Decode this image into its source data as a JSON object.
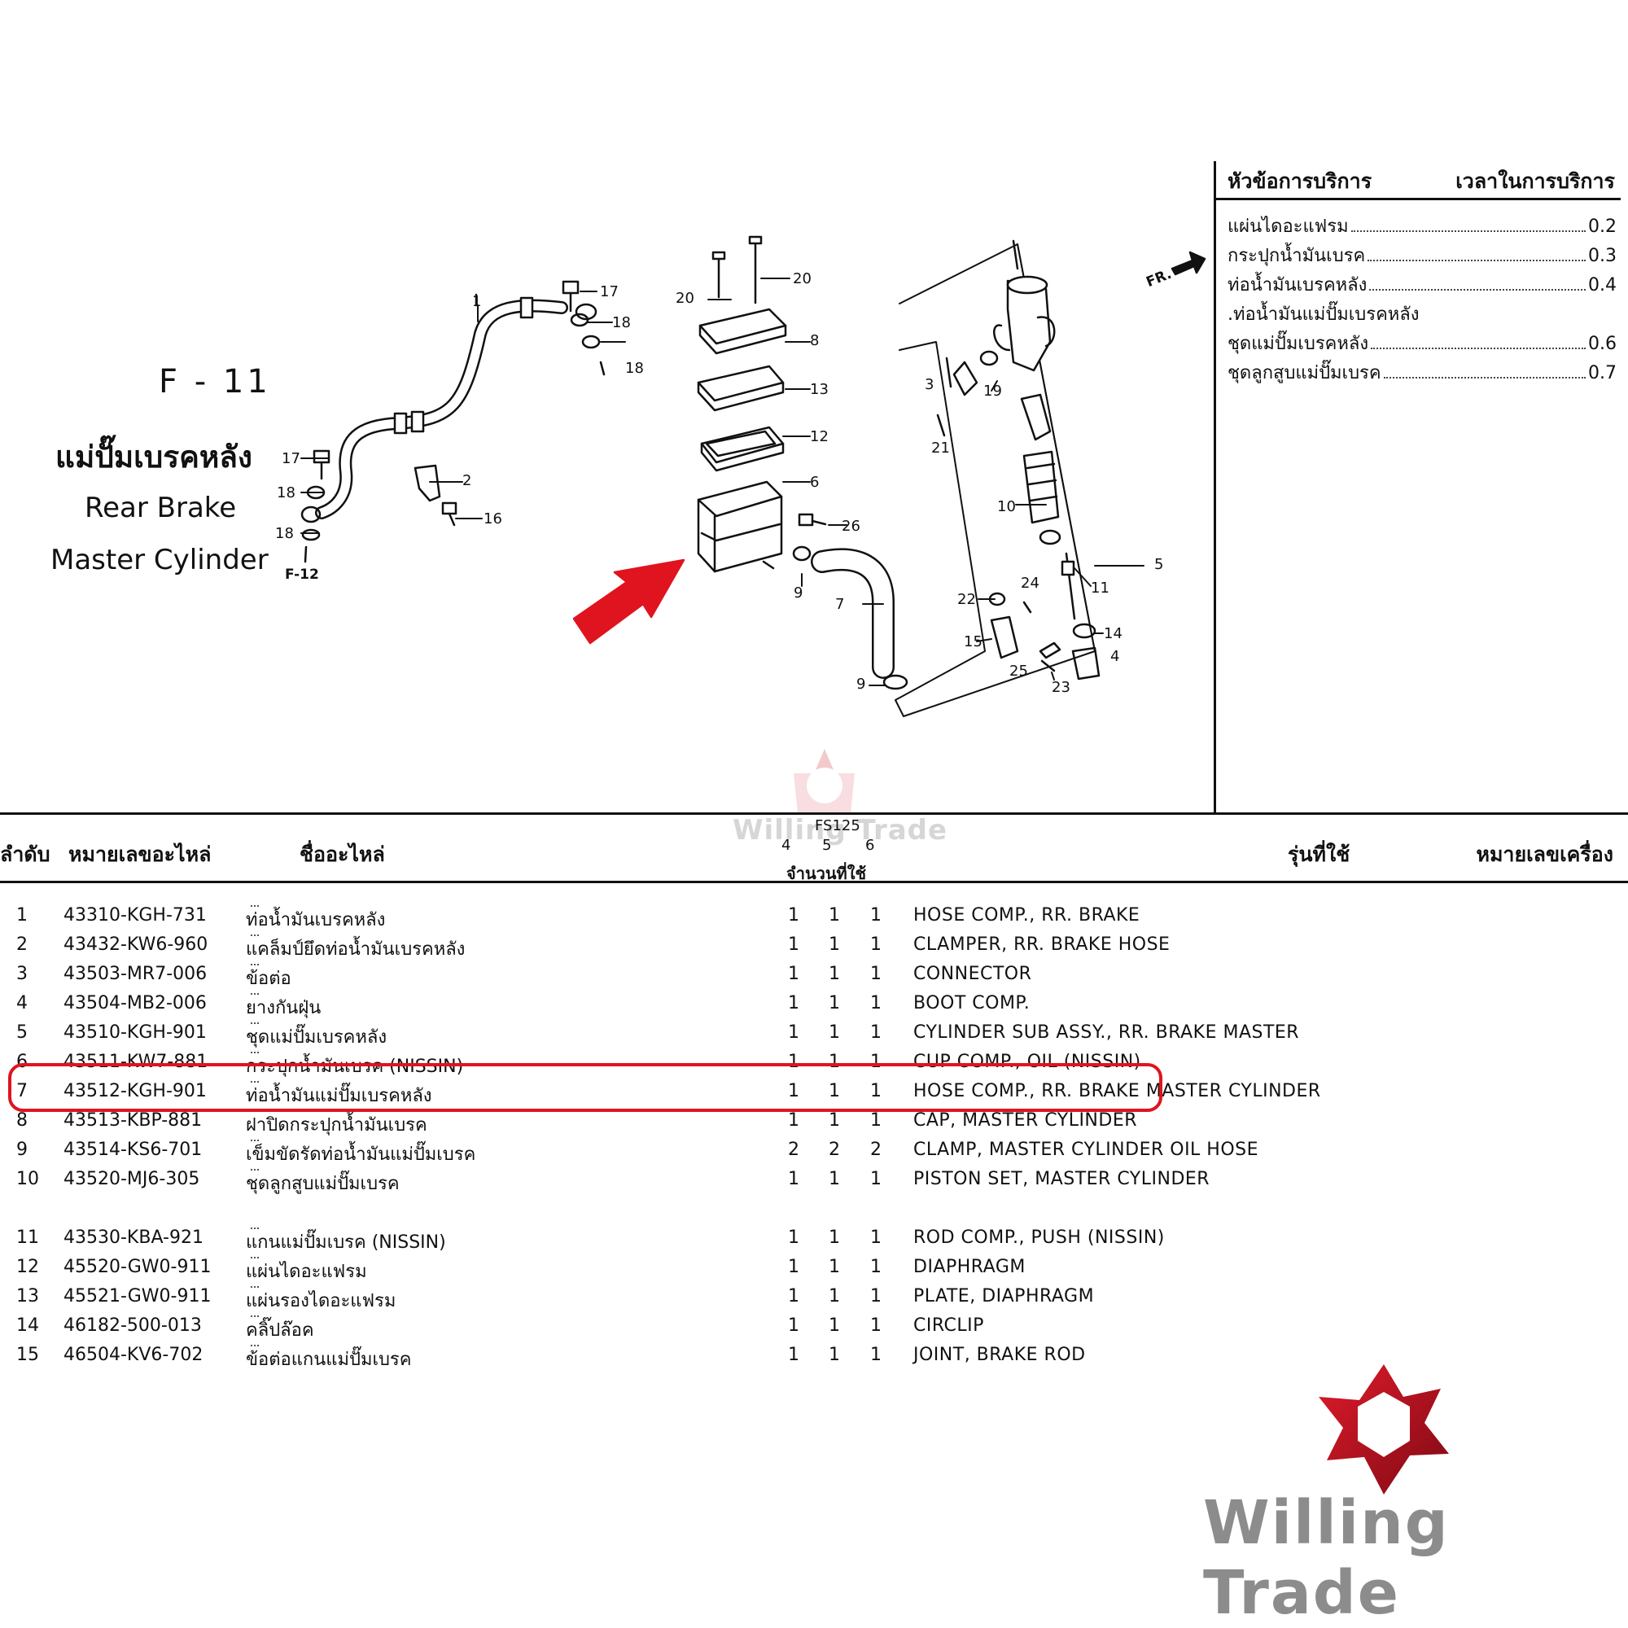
{
  "title": {
    "fig_code": "F - 11",
    "thai": "แม่ปั๊มเบรคหลัง",
    "english_line1": "Rear Brake",
    "english_line2": "Master Cylinder"
  },
  "diagram": {
    "callouts": [
      "1",
      "2",
      "3",
      "4",
      "5",
      "6",
      "7",
      "8",
      "9",
      "9",
      "10",
      "11",
      "12",
      "13",
      "14",
      "15",
      "16",
      "17",
      "17",
      "18",
      "18",
      "18",
      "18",
      "19",
      "20",
      "20",
      "21",
      "22",
      "23",
      "24",
      "25",
      "26"
    ],
    "ref_labels": {
      "f12": "F-12",
      "front": "FR."
    }
  },
  "service": {
    "header_topic": "หัวข้อการบริการ",
    "header_time": "เวลาในการบริการ",
    "items": [
      {
        "name": "แผ่นไดอะแฟรม",
        "time": "0.2"
      },
      {
        "name": "กระปุกน้ำมันเบรค",
        "time": "0.3"
      },
      {
        "name": "ท่อน้ำมันเบรคหลัง",
        "time": "0.4"
      },
      {
        "name": ".ท่อน้ำมันแม่ปั๊มเบรคหลัง",
        "time": ""
      },
      {
        "name": "ชุดแม่ปั๊มเบรคหลัง",
        "time": "0.6"
      },
      {
        "name": "ชุดลูกสูบแม่ปั๊มเบรค",
        "time": "0.7"
      }
    ]
  },
  "table": {
    "headers": {
      "no": "ลำดับ",
      "part_no": "หมายเลขอะไหล่",
      "part_name": "ชื่ออะไหล่",
      "model": "FS125",
      "qty_cols": [
        "4",
        "5",
        "6"
      ],
      "qty_label": "จำนวนที่ใช้",
      "usage": "รุ่นที่ใช้",
      "engine_no": "หมายเลขเครื่อง"
    },
    "rows": [
      {
        "no": "1",
        "part_no": "43310-KGH-731",
        "name_th": "ท่อน้ำมันเบรคหลัง",
        "q4": "1",
        "q5": "1",
        "q6": "1",
        "name_en": "HOSE COMP., RR. BRAKE"
      },
      {
        "no": "2",
        "part_no": "43432-KW6-960",
        "name_th": "แคล็มป์ยึดท่อน้ำมันเบรคหลัง",
        "q4": "1",
        "q5": "1",
        "q6": "1",
        "name_en": "CLAMPER, RR. BRAKE HOSE"
      },
      {
        "no": "3",
        "part_no": "43503-MR7-006",
        "name_th": "ข้อต่อ",
        "q4": "1",
        "q5": "1",
        "q6": "1",
        "name_en": "CONNECTOR"
      },
      {
        "no": "4",
        "part_no": "43504-MB2-006",
        "name_th": "ยางกันฝุ่น",
        "q4": "1",
        "q5": "1",
        "q6": "1",
        "name_en": "BOOT COMP."
      },
      {
        "no": "5",
        "part_no": "43510-KGH-901",
        "name_th": "ชุดแม่ปั๊มเบรคหลัง",
        "q4": "1",
        "q5": "1",
        "q6": "1",
        "name_en": "CYLINDER SUB ASSY., RR. BRAKE MASTER"
      },
      {
        "no": "6",
        "part_no": "43511-KW7-881",
        "name_th": "กระปุกน้ำมันเบรค (NISSIN)",
        "q4": "1",
        "q5": "1",
        "q6": "1",
        "name_en": "CUP COMP., OIL (NISSIN)"
      },
      {
        "no": "7",
        "part_no": "43512-KGH-901",
        "name_th": "ท่อน้ำมันแม่ปั๊มเบรคหลัง",
        "q4": "1",
        "q5": "1",
        "q6": "1",
        "name_en": "HOSE COMP., RR. BRAKE MASTER CYLINDER"
      },
      {
        "no": "8",
        "part_no": "43513-KBP-881",
        "name_th": "ฝาปิดกระปุกน้ำมันเบรค",
        "q4": "1",
        "q5": "1",
        "q6": "1",
        "name_en": "CAP, MASTER CYLINDER"
      },
      {
        "no": "9",
        "part_no": "43514-KS6-701",
        "name_th": "เข็มขัดรัดท่อน้ำมันแม่ปั๊มเบรค",
        "q4": "2",
        "q5": "2",
        "q6": "2",
        "name_en": "CLAMP, MASTER CYLINDER OIL HOSE"
      },
      {
        "no": "10",
        "part_no": "43520-MJ6-305",
        "name_th": "ชุดลูกสูบแม่ปั๊มเบรค",
        "q4": "1",
        "q5": "1",
        "q6": "1",
        "name_en": "PISTON SET, MASTER CYLINDER"
      },
      {
        "no": "11",
        "part_no": "43530-KBA-921",
        "name_th": "แกนแม่ปั๊มเบรค (NISSIN)",
        "q4": "1",
        "q5": "1",
        "q6": "1",
        "name_en": "ROD COMP., PUSH (NISSIN)"
      },
      {
        "no": "12",
        "part_no": "45520-GW0-911",
        "name_th": "แผ่นไดอะแฟรม",
        "q4": "1",
        "q5": "1",
        "q6": "1",
        "name_en": "DIAPHRAGM"
      },
      {
        "no": "13",
        "part_no": "45521-GW0-911",
        "name_th": "แผ่นรองไดอะแฟรม",
        "q4": "1",
        "q5": "1",
        "q6": "1",
        "name_en": "PLATE, DIAPHRAGM"
      },
      {
        "no": "14",
        "part_no": "46182-500-013",
        "name_th": "คลิ๊ปล๊อค",
        "q4": "1",
        "q5": "1",
        "q6": "1",
        "name_en": "CIRCLIP"
      },
      {
        "no": "15",
        "part_no": "46504-KV6-702",
        "name_th": "ข้อต่อแกนแม่ปั๊มเบรค",
        "q4": "1",
        "q5": "1",
        "q6": "1",
        "name_en": "JOINT, BRAKE ROD"
      }
    ]
  },
  "brand": {
    "name": "Willing Trade",
    "watermark": "Willing Trade",
    "color": "#c8102e"
  }
}
